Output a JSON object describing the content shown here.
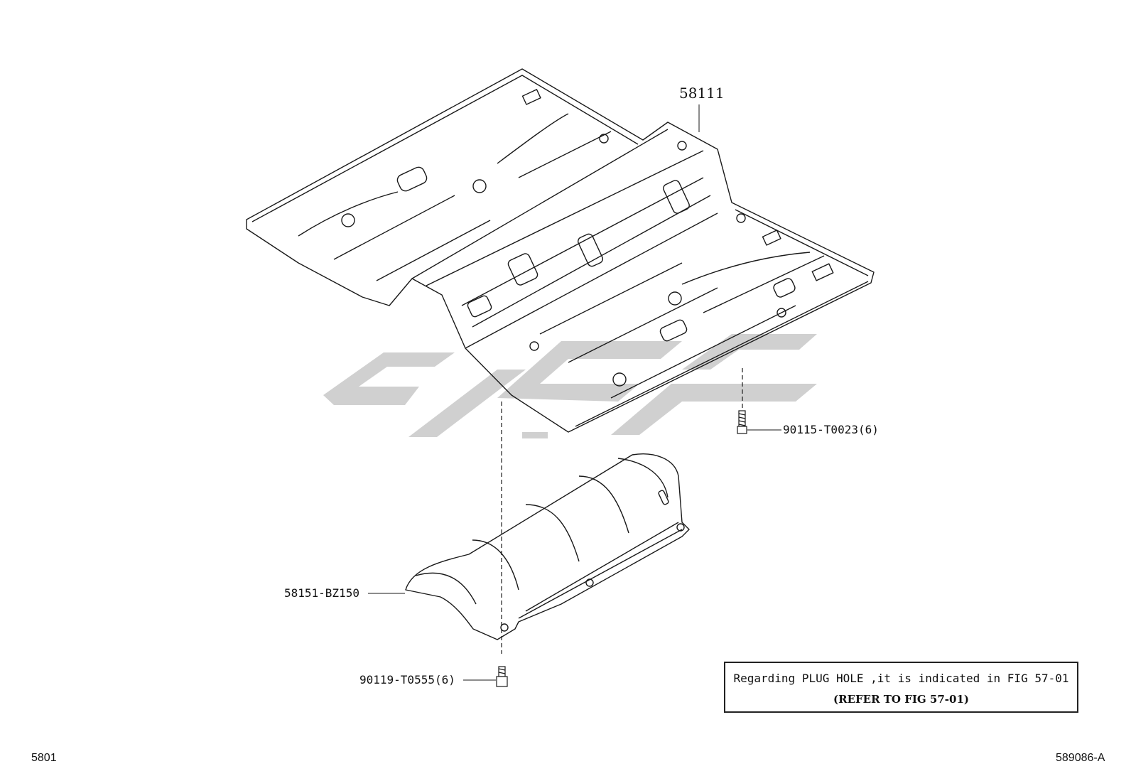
{
  "parts": {
    "floor_pan": "58111",
    "heat_insulator": "58151-BZ150",
    "bolt_upper": "90115-T0023(6)",
    "bolt_lower": "90119-T0555(6)"
  },
  "note": {
    "line1": "Regarding PLUG HOLE ,it is indicated in FIG 57-01",
    "line2": "(REFER TO FIG 57-01)"
  },
  "footer": {
    "left_code": "5801",
    "right_code": "589086-A"
  },
  "colors": {
    "line": "#1a1a1a",
    "watermark": "#c8c8c8",
    "background": "#ffffff"
  }
}
